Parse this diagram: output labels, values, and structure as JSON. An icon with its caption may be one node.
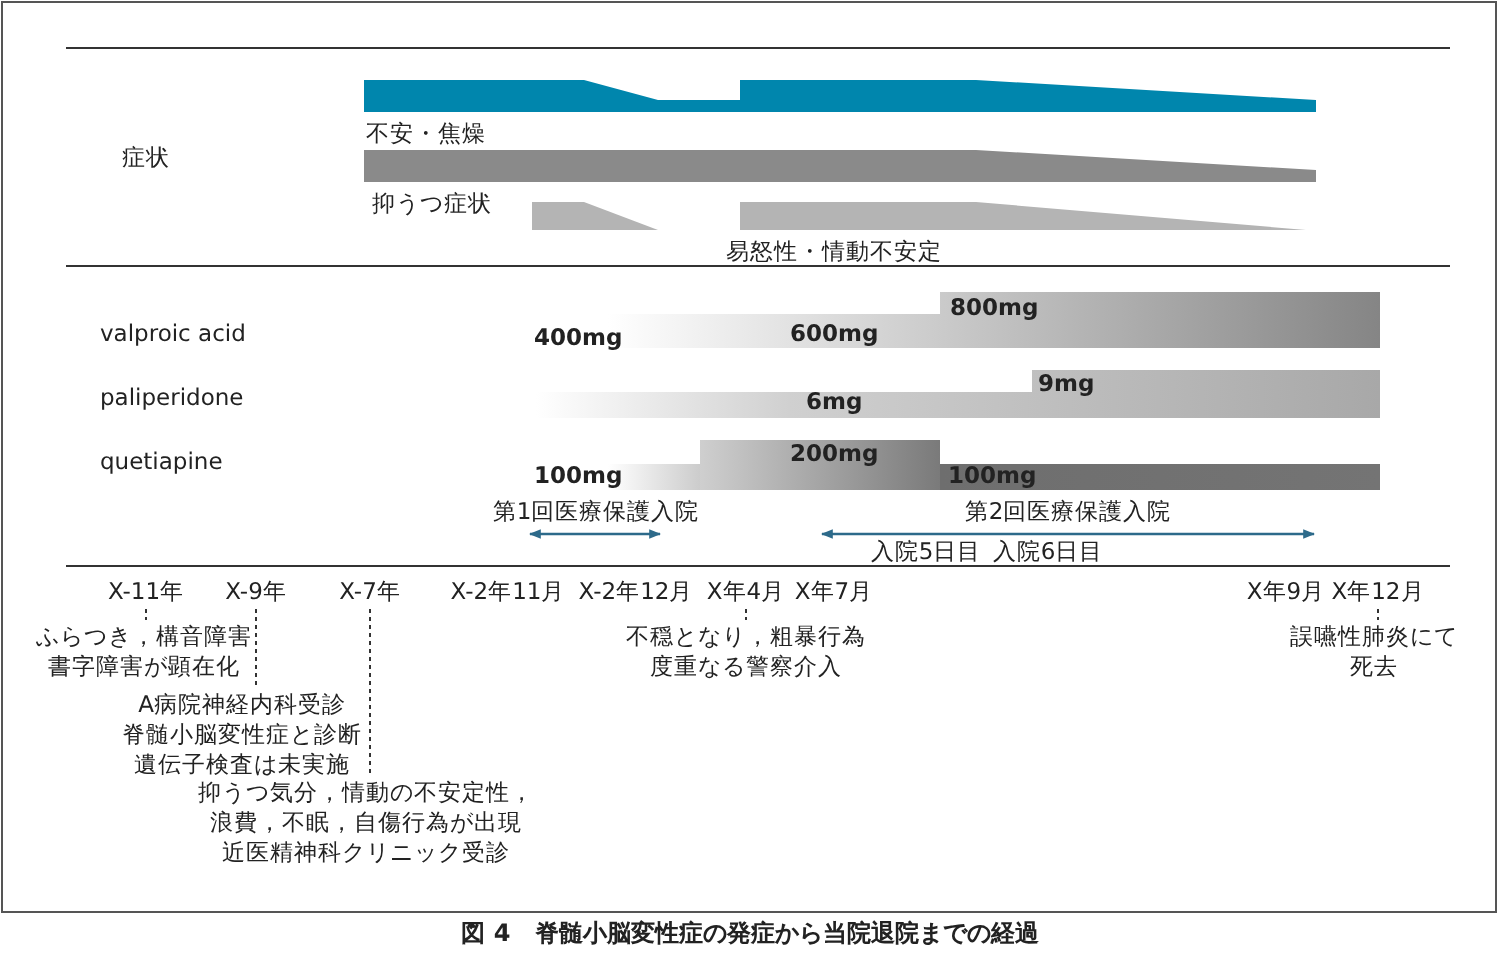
{
  "diagram": {
    "caption": "図 4　脊髄小脳変性症の発症から当院退院までの経過",
    "nodes": [
      {
        "text": [
          "X-11年"
        ]
      },
      {
        "text": [
          "X-9年"
        ]
      },
      {
        "text": [
          "X-7年"
        ]
      },
      {
        "text": [
          "X年4月"
        ]
      },
      {
        "text": [
          "X年12月"
        ]
      },
      {
        "text": [
          "ふらつき，構音障害書字障害が顕在化"
        ]
      },
      {
        "text": [
          "不穏となり，粗暴行為度重なる警察介入"
        ]
      },
      {
        "text": [
          "誤嚥性肺炎にて死去"
        ]
      },
      {
        "text": [
          "A病院神経内科受診脊髄小脳変性症と診断遺伝子検査は未実施"
        ]
      },
      {
        "text": [
          "抑うつ気分，情動の不安定性，浪費，不眠，自傷行為が出現近医精神科クリニック受診"
        ]
      }
    ],
    "edges": [
      {
        "from": 0,
        "to": 5,
        "arrow": "none",
        "style": "dashed"
      },
      {
        "from": 1,
        "to": 8,
        "arrow": "none",
        "style": "dashed"
      },
      {
        "from": 2,
        "to": 9,
        "arrow": "none",
        "style": "dashed"
      },
      {
        "from": 3,
        "to": 6,
        "arrow": "none",
        "style": "dashed"
      },
      {
        "from": 4,
        "to": 7,
        "arrow": "none",
        "style": "dashed"
      }
    ],
    "labels": [
      "症状",
      "不安・焦燥",
      "抑うつ症状",
      "易怒性・情動不安定",
      "valproic acid",
      "400mg",
      "600mg",
      "800mg",
      "paliperidone",
      "6mg",
      "9mg",
      "quetiapine",
      "100mg",
      "200mg",
      "100mg",
      "第1回医療保護入院",
      "第2回医療保護入院",
      "入院5日目",
      "入院6日目",
      "X-2年11月",
      "X-2年12月",
      "X年7月",
      "X年9月"
    ]
  }
}
